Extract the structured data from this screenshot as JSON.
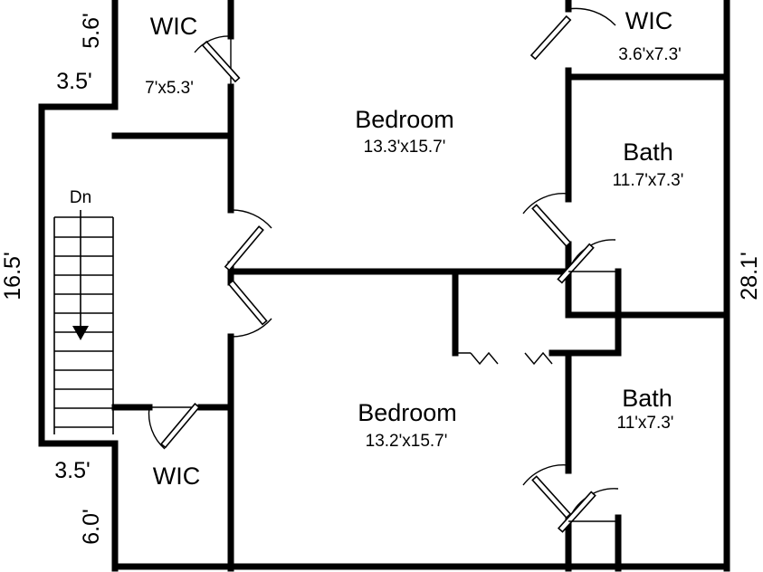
{
  "rooms": {
    "wic_top_left": {
      "name": "WIC",
      "dims": "7'x5.3'"
    },
    "wic_top_right": {
      "name": "WIC",
      "dims": "3.6'x7.3'"
    },
    "bedroom_top": {
      "name": "Bedroom",
      "dims": "13.3'x15.7'"
    },
    "bath_top": {
      "name": "Bath",
      "dims": "11.7'x7.3'"
    },
    "bedroom_bottom": {
      "name": "Bedroom",
      "dims": "13.2'x15.7'"
    },
    "bath_bottom": {
      "name": "Bath",
      "dims": "11'x7.3'"
    },
    "wic_bottom_left": {
      "name": "WIC",
      "dims": ""
    }
  },
  "stairs": {
    "label": "Dn"
  },
  "dimensions": {
    "top_left_vertical": "5.6'",
    "top_left_horizontal": "3.5'",
    "left_vertical": "16.5'",
    "bottom_left_horizontal": "3.5'",
    "bottom_left_vertical": "6.0'",
    "right_vertical": "28.1'"
  }
}
